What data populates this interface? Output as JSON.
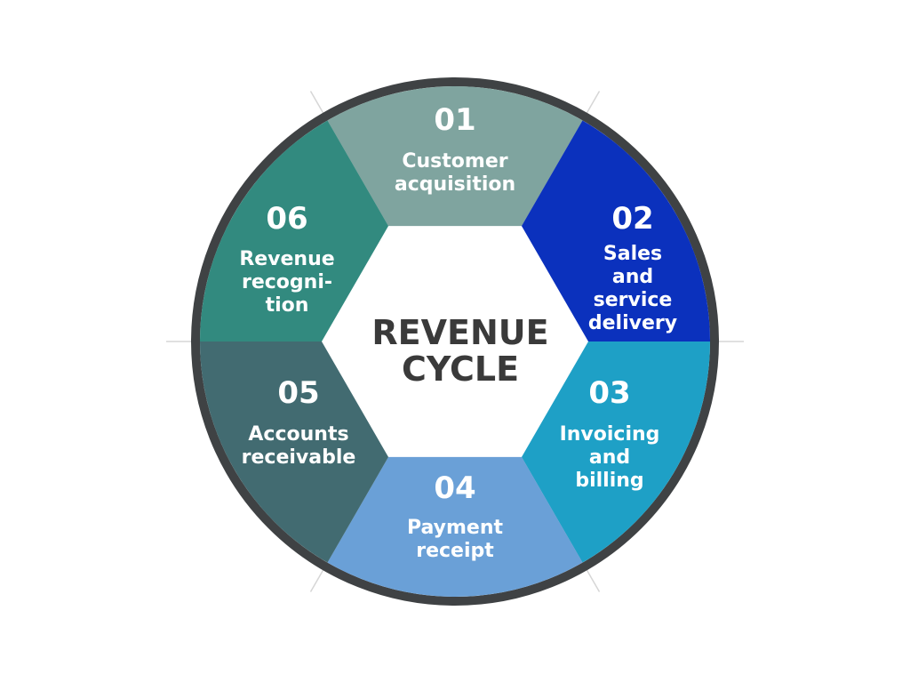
{
  "center": {
    "title_line1": "REVENUE",
    "title_line2": "CYCLE"
  },
  "colors": {
    "ring": "#3f4244",
    "center_fill": "#ffffff",
    "center_text": "#3a3a3a",
    "guide": "#d6d6d6"
  },
  "segments": [
    {
      "number": "01",
      "lines": [
        "Customer",
        "acquisition"
      ],
      "color": "#7fa49f"
    },
    {
      "number": "02",
      "lines": [
        "Sales",
        "and",
        "service",
        "delivery"
      ],
      "color": "#0b31bd"
    },
    {
      "number": "03",
      "lines": [
        "Invoicing",
        "and",
        "billing"
      ],
      "color": "#1ea0c6"
    },
    {
      "number": "04",
      "lines": [
        "Payment",
        "receipt"
      ],
      "color": "#6aa0d7"
    },
    {
      "number": "05",
      "lines": [
        "Accounts",
        "receivable"
      ],
      "color": "#426b71"
    },
    {
      "number": "06",
      "lines": [
        "Revenue",
        "recogni-",
        "tion"
      ],
      "color": "#328a7f"
    }
  ]
}
